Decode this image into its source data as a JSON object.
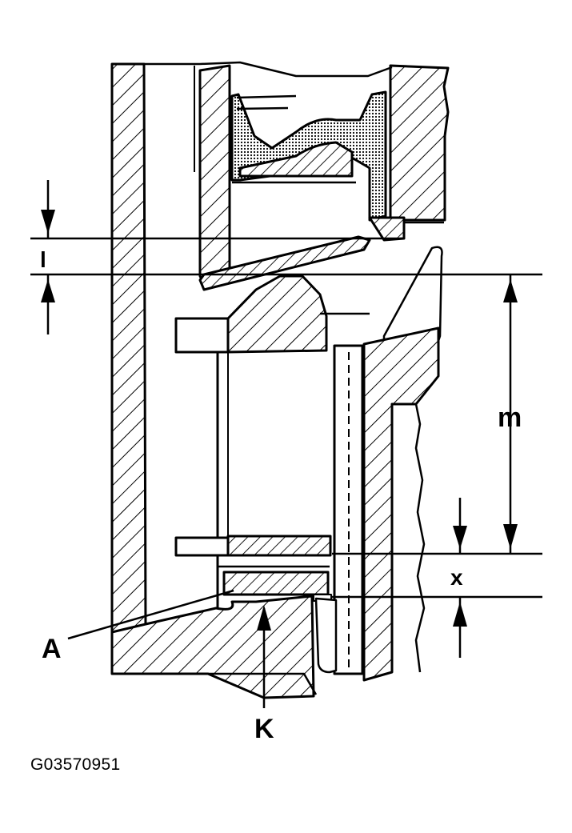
{
  "labels": {
    "l": "l",
    "m": "m",
    "x": "x",
    "A": "A",
    "K": "K"
  },
  "figure_id": "G03570951"
}
